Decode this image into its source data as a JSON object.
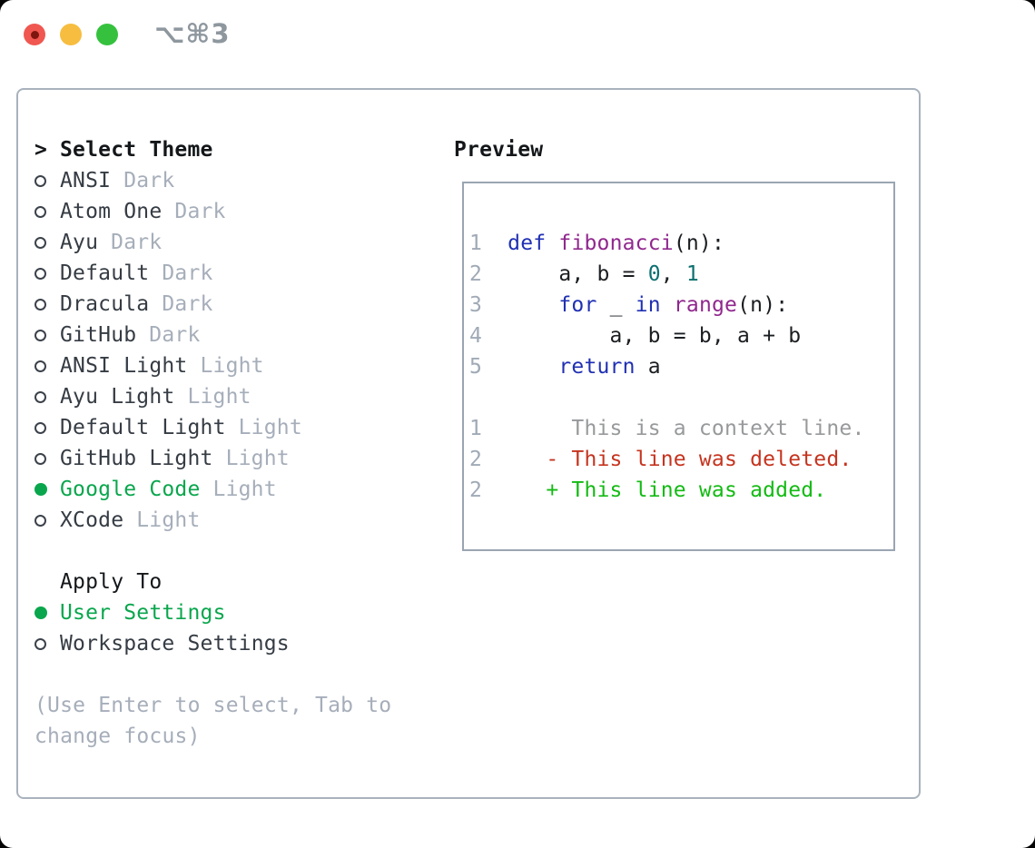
{
  "titlebar": {
    "shortcut": "⌥⌘3"
  },
  "colors": {
    "accent_green": "#0aa64d",
    "text_dark": "#363c44",
    "text_black": "#14171a",
    "code_plain": "#1b1e21",
    "muted_gray": "#a6aeba",
    "radio_ring": "#3c424b",
    "panel_border": "#a9b2bd",
    "preview_border": "#9aa5b2",
    "keyword_blue": "#2030b3",
    "name_purple": "#90278e",
    "number_teal": "#0d6f6f",
    "diff_red": "#c5341f",
    "diff_green": "#14ba14",
    "diff_context": "#97999b",
    "line_number": "#a0aab6",
    "traffic_red": "#f05750",
    "traffic_dot": "#7e150e",
    "traffic_yellow": "#f6bd40",
    "traffic_green": "#35c13e",
    "shortcut_gray": "#8e979e"
  },
  "theme_panel": {
    "title_prefix": ">",
    "title": "Select Theme",
    "themes": [
      {
        "name": "ANSI",
        "variant": "Dark",
        "selected": false
      },
      {
        "name": "Atom One",
        "variant": "Dark",
        "selected": false
      },
      {
        "name": "Ayu",
        "variant": "Dark",
        "selected": false
      },
      {
        "name": "Default",
        "variant": "Dark",
        "selected": false
      },
      {
        "name": "Dracula",
        "variant": "Dark",
        "selected": false
      },
      {
        "name": "GitHub",
        "variant": "Dark",
        "selected": false
      },
      {
        "name": "ANSI Light",
        "variant": "Light",
        "selected": false
      },
      {
        "name": "Ayu Light",
        "variant": "Light",
        "selected": false
      },
      {
        "name": "Default Light",
        "variant": "Light",
        "selected": false
      },
      {
        "name": "GitHub Light",
        "variant": "Light",
        "selected": false
      },
      {
        "name": "Google Code",
        "variant": "Light",
        "selected": true
      },
      {
        "name": "XCode",
        "variant": "Light",
        "selected": false
      }
    ],
    "apply_to": {
      "title": "Apply To",
      "options": [
        {
          "name": "User Settings",
          "selected": true
        },
        {
          "name": "Workspace Settings",
          "selected": false
        }
      ]
    },
    "hint_lines": [
      "(Use Enter to select, Tab to",
      "change focus)"
    ]
  },
  "preview": {
    "title": "Preview",
    "code_lines": [
      [
        {
          "c": "num",
          "t": "1"
        },
        {
          "c": "pln",
          "t": "  "
        },
        {
          "c": "kw",
          "t": "def"
        },
        {
          "c": "pln",
          "t": " "
        },
        {
          "c": "fn",
          "t": "fibonacci"
        },
        {
          "c": "pln",
          "t": "(n):"
        }
      ],
      [
        {
          "c": "num",
          "t": "2"
        },
        {
          "c": "pln",
          "t": "      a, b = "
        },
        {
          "c": "lit",
          "t": "0"
        },
        {
          "c": "pln",
          "t": ", "
        },
        {
          "c": "lit",
          "t": "1"
        }
      ],
      [
        {
          "c": "num",
          "t": "3"
        },
        {
          "c": "pln",
          "t": "      "
        },
        {
          "c": "kw",
          "t": "for"
        },
        {
          "c": "pln",
          "t": " _ "
        },
        {
          "c": "kw",
          "t": "in"
        },
        {
          "c": "pln",
          "t": " "
        },
        {
          "c": "fn",
          "t": "range"
        },
        {
          "c": "pln",
          "t": "(n):"
        }
      ],
      [
        {
          "c": "num",
          "t": "4"
        },
        {
          "c": "pln",
          "t": "          a, b = b, a + b"
        }
      ],
      [
        {
          "c": "num",
          "t": "5"
        },
        {
          "c": "pln",
          "t": "      "
        },
        {
          "c": "kw",
          "t": "return"
        },
        {
          "c": "pln",
          "t": " a"
        }
      ],
      [],
      [
        {
          "c": "num",
          "t": "1"
        },
        {
          "c": "pln",
          "t": "       "
        },
        {
          "c": "ctx",
          "t": "This is a context line."
        }
      ],
      [
        {
          "c": "num",
          "t": "2"
        },
        {
          "c": "pln",
          "t": "     "
        },
        {
          "c": "del",
          "t": "- This line was deleted."
        }
      ],
      [
        {
          "c": "num",
          "t": "2"
        },
        {
          "c": "pln",
          "t": "     "
        },
        {
          "c": "add",
          "t": "+ This line was added."
        }
      ]
    ]
  }
}
